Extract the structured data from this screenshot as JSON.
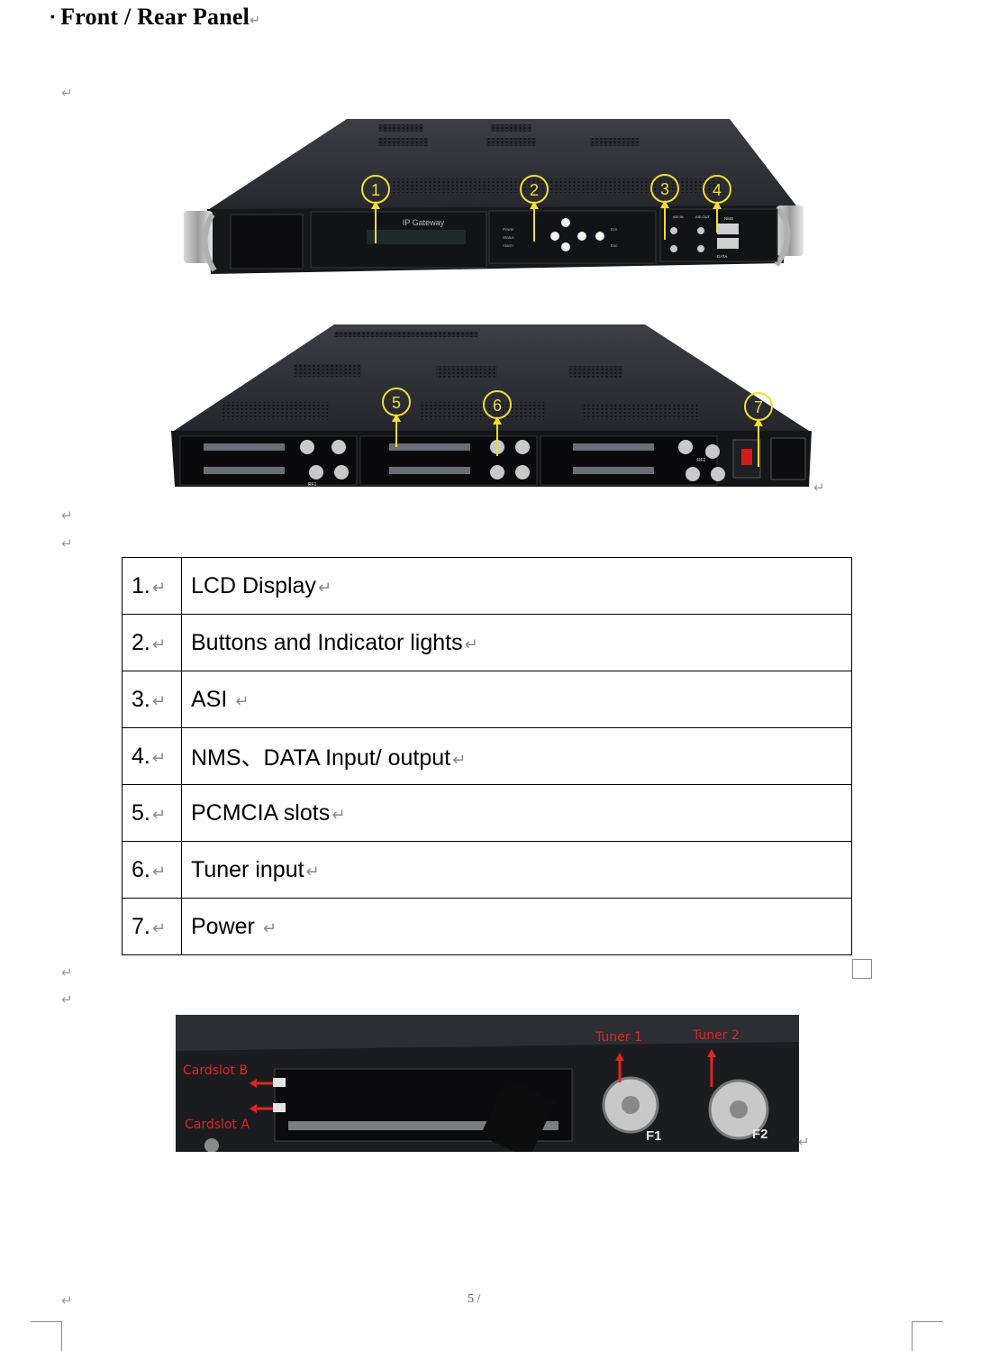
{
  "heading": {
    "text": "Front / Rear Panel",
    "bullet": "▪"
  },
  "paragraph_mark": "↵",
  "front_panel": {
    "device_label": "IP Gateway",
    "led_labels": [
      "Power",
      "Status",
      "Alarm"
    ],
    "button_labels": [
      "Ent",
      "Esc"
    ],
    "port_labels": [
      "ASI IN",
      "ASI OUT",
      "NMS",
      "DATA"
    ],
    "callouts": [
      "1",
      "2",
      "3",
      "4"
    ]
  },
  "rear_panel": {
    "callouts": [
      "5",
      "6",
      "7"
    ],
    "port_labels": [
      "RF1",
      "RF2"
    ]
  },
  "table": {
    "rows": [
      {
        "num": "1.",
        "desc": "LCD Display"
      },
      {
        "num": "2.",
        "desc": "Buttons and Indicator lights"
      },
      {
        "num": "3.",
        "desc": "ASI  "
      },
      {
        "num": "4.",
        "desc": "NMS、DATA  Input/ output"
      },
      {
        "num": "5.",
        "desc": "PCMCIA slots"
      },
      {
        "num": "6.",
        "desc": "Tuner input"
      },
      {
        "num": "7.",
        "desc": "Power  "
      }
    ]
  },
  "closeup": {
    "labels": {
      "cardslot_b": "Cardslot B",
      "cardslot_a": "Cardslot A",
      "tuner1": "Tuner 1",
      "tuner2": "Tuner 2",
      "f1": "F1",
      "f2": "F2"
    },
    "label_color": "#e0261e"
  },
  "footer": {
    "page": "5 / "
  }
}
